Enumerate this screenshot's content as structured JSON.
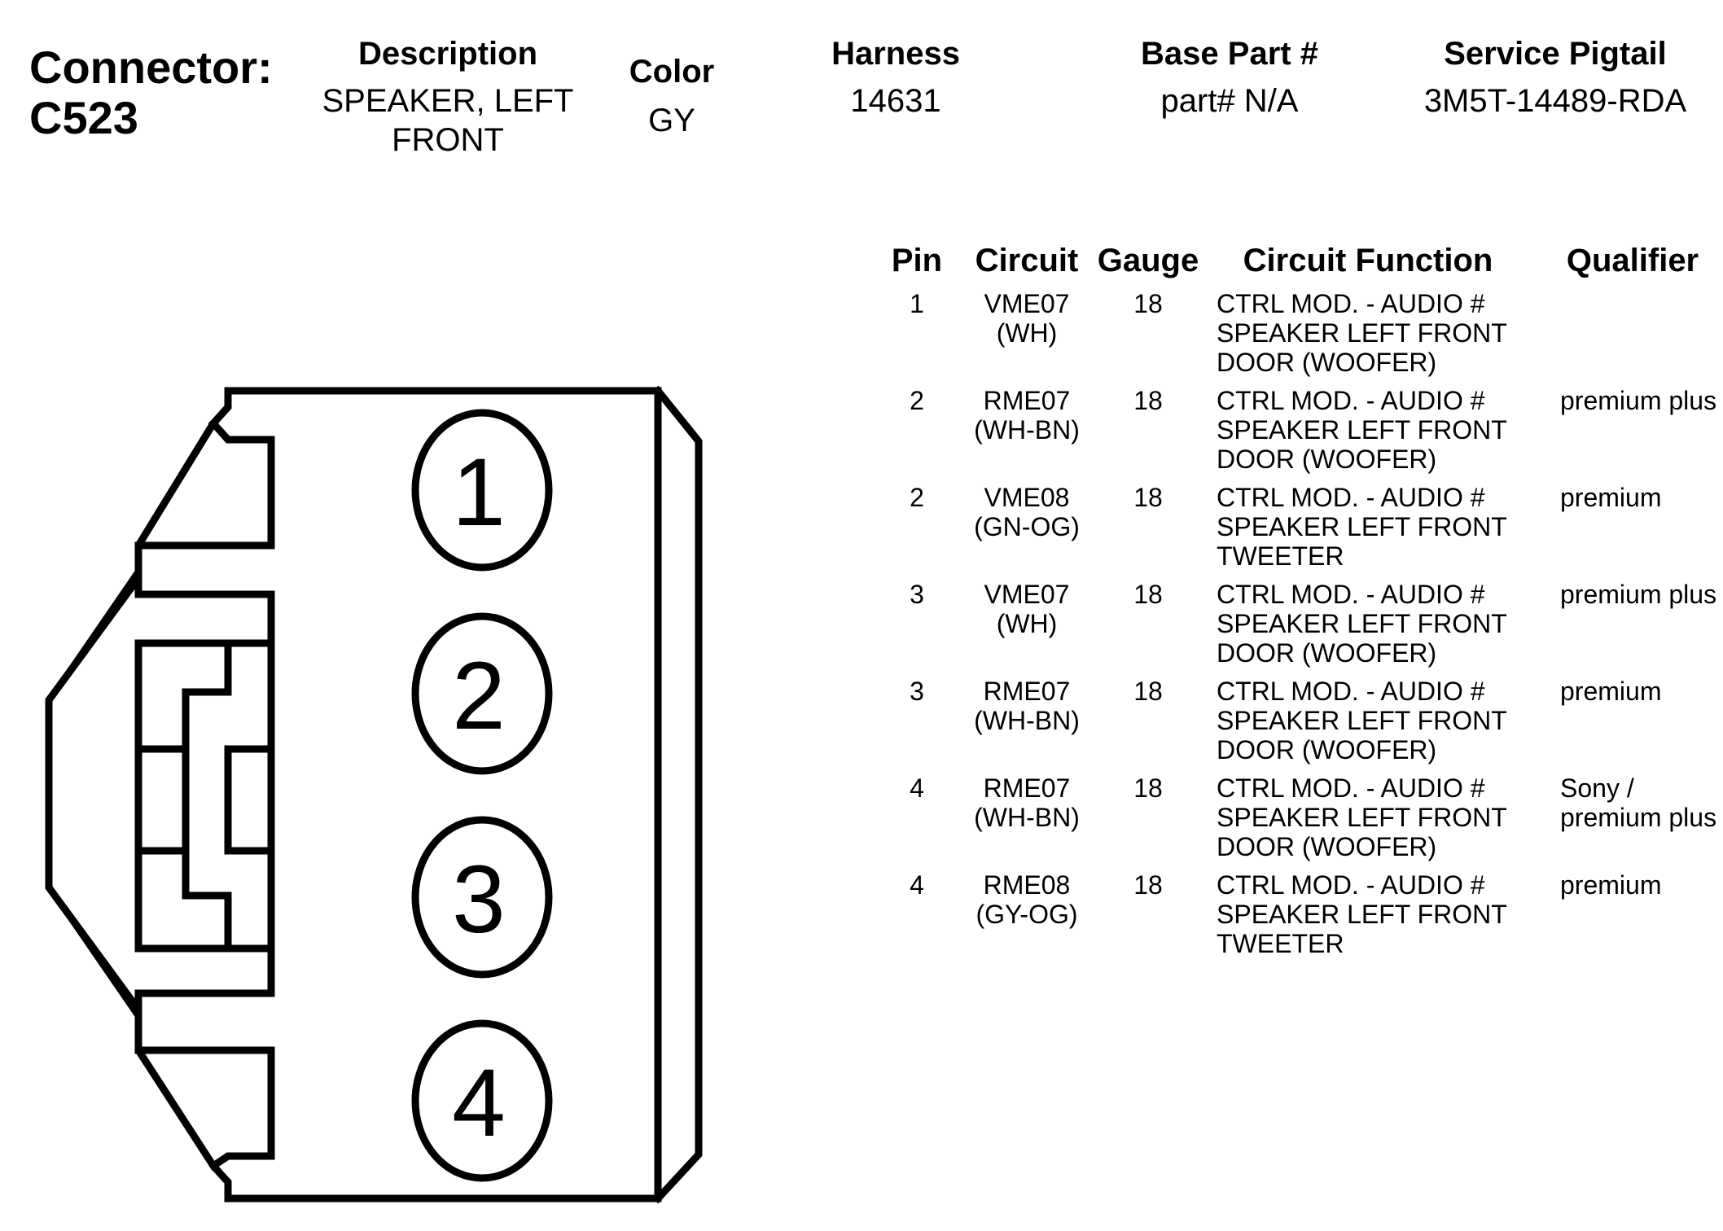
{
  "header": {
    "connector_label": "Connector:",
    "connector_id": "C523",
    "description_title": "Description",
    "description_value": "SPEAKER, LEFT FRONT",
    "color_title": "Color",
    "color_value": "GY",
    "harness_title": "Harness",
    "harness_value": "14631",
    "base_part_title": "Base Part #",
    "base_part_value": "part# N/A",
    "service_pigtail_title": "Service Pigtail",
    "service_pigtail_value": "3M5T-14489-RDA"
  },
  "connector_pins": [
    "1",
    "2",
    "3",
    "4"
  ],
  "table": {
    "columns": [
      "Pin",
      "Circuit",
      "Gauge",
      "Circuit Function",
      "Qualifier"
    ],
    "rows": [
      {
        "pin": "1",
        "circuit": "VME07",
        "circuit_color": "(WH)",
        "gauge": "18",
        "function": [
          "CTRL MOD. - AUDIO #",
          "SPEAKER LEFT FRONT",
          "DOOR (WOOFER)"
        ],
        "qualifier": ""
      },
      {
        "pin": "2",
        "circuit": "RME07",
        "circuit_color": "(WH-BN)",
        "gauge": "18",
        "function": [
          "CTRL MOD. - AUDIO #",
          "SPEAKER LEFT FRONT",
          "DOOR (WOOFER)"
        ],
        "qualifier": "premium plus"
      },
      {
        "pin": "2",
        "circuit": "VME08",
        "circuit_color": "(GN-OG)",
        "gauge": "18",
        "function": [
          "CTRL MOD. - AUDIO #",
          "SPEAKER LEFT FRONT",
          "TWEETER"
        ],
        "qualifier": "premium"
      },
      {
        "pin": "3",
        "circuit": "VME07",
        "circuit_color": "(WH)",
        "gauge": "18",
        "function": [
          "CTRL MOD. - AUDIO #",
          "SPEAKER LEFT FRONT",
          "DOOR (WOOFER)"
        ],
        "qualifier": "premium plus"
      },
      {
        "pin": "3",
        "circuit": "RME07",
        "circuit_color": "(WH-BN)",
        "gauge": "18",
        "function": [
          "CTRL MOD. - AUDIO #",
          "SPEAKER LEFT FRONT",
          "DOOR (WOOFER)"
        ],
        "qualifier": "premium"
      },
      {
        "pin": "4",
        "circuit": "RME07",
        "circuit_color": "(WH-BN)",
        "gauge": "18",
        "function": [
          "CTRL MOD. - AUDIO #",
          "SPEAKER LEFT FRONT",
          "DOOR (WOOFER)"
        ],
        "qualifier": "Sony / premium plus"
      },
      {
        "pin": "4",
        "circuit": "RME08",
        "circuit_color": "(GY-OG)",
        "gauge": "18",
        "function": [
          "CTRL MOD. - AUDIO #",
          "SPEAKER LEFT FRONT",
          "TWEETER"
        ],
        "qualifier": "premium"
      }
    ]
  }
}
